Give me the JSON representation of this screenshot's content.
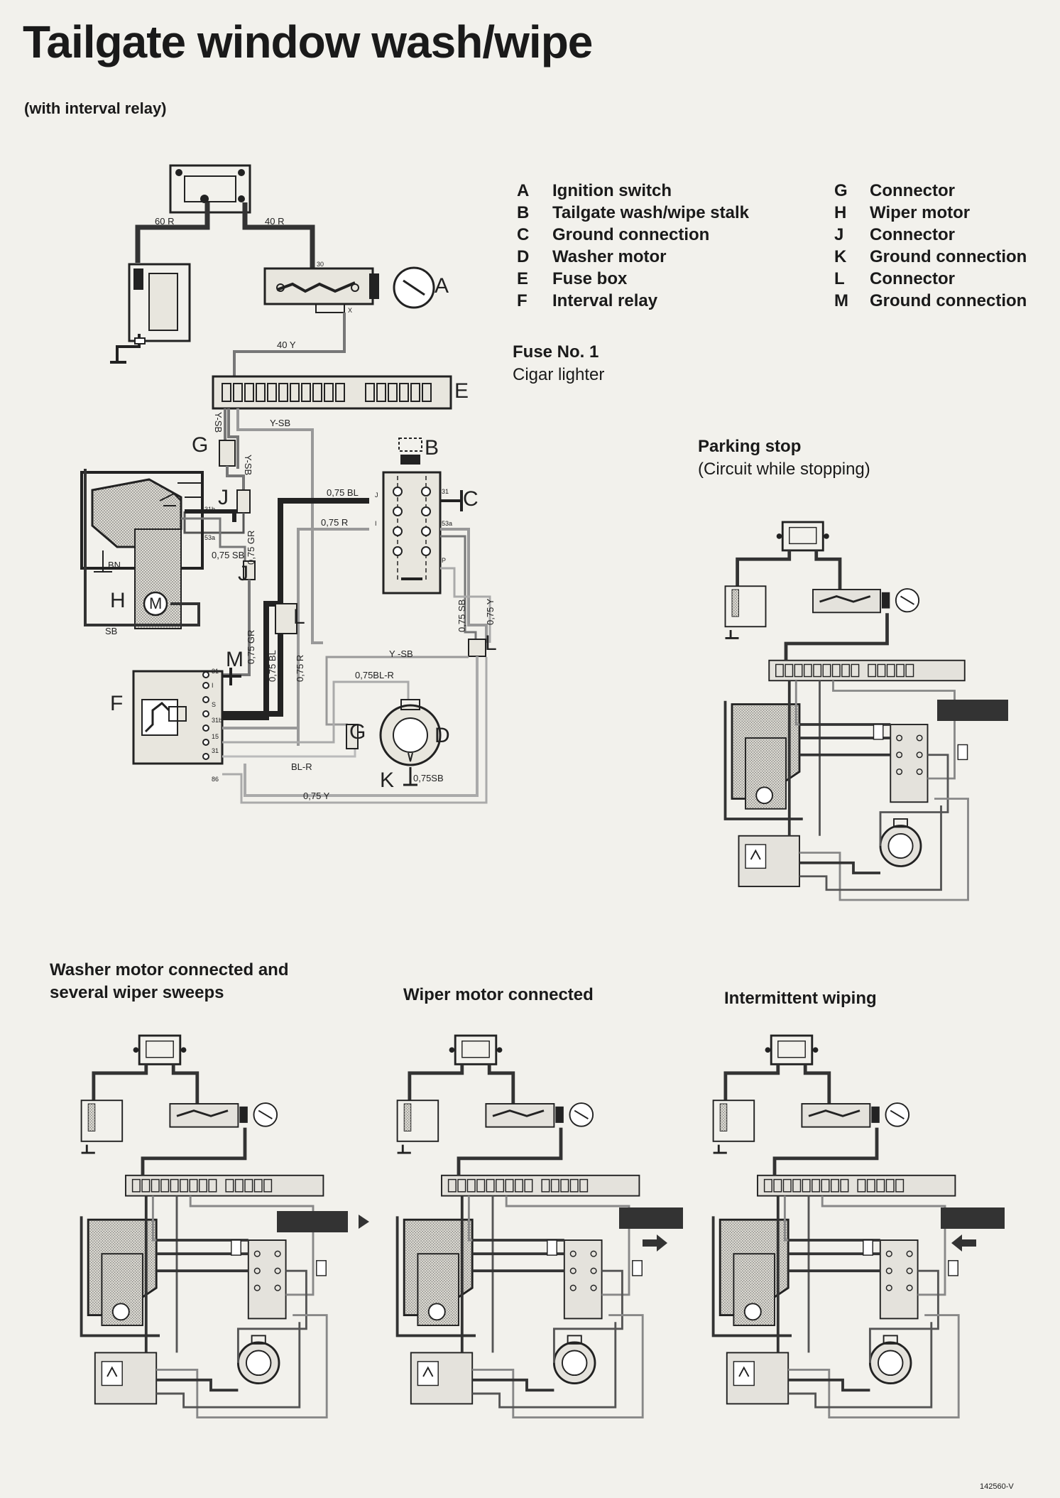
{
  "page": {
    "title": "Tailgate window wash/wipe",
    "subtitle": "(with interval relay)",
    "figure_code": "142560-V"
  },
  "legend_left": [
    {
      "key": "A",
      "label": "Ignition switch"
    },
    {
      "key": "B",
      "label": "Tailgate wash/wipe stalk"
    },
    {
      "key": "C",
      "label": "Ground connection"
    },
    {
      "key": "D",
      "label": "Washer motor"
    },
    {
      "key": "E",
      "label": "Fuse box"
    },
    {
      "key": "F",
      "label": "Interval relay"
    }
  ],
  "legend_right": [
    {
      "key": "G",
      "label": "Connector"
    },
    {
      "key": "H",
      "label": "Wiper motor"
    },
    {
      "key": "J",
      "label": "Connector"
    },
    {
      "key": "K",
      "label": "Ground connection"
    },
    {
      "key": "L",
      "label": "Connector"
    },
    {
      "key": "M",
      "label": "Ground connection"
    }
  ],
  "fuse_note": {
    "title": "Fuse No. 1",
    "text": "Cigar lighter"
  },
  "captions": {
    "parking": {
      "title": "Parking stop",
      "text": "(Circuit while stopping)"
    },
    "washer": {
      "line1": "Washer motor connected and",
      "line2": "several wiper sweeps"
    },
    "wiper": "Wiper motor connected",
    "intermittent": "Intermittent wiping"
  },
  "diagram_labels": {
    "A": "A",
    "B": "B",
    "C": "C",
    "D": "D",
    "E": "E",
    "F": "F",
    "G": "G",
    "G2": "G",
    "H": "H",
    "J": "J",
    "J2": "J",
    "K": "K",
    "L": "L",
    "L2": "L",
    "M": "M",
    "M_motor": "M"
  },
  "wires": {
    "w60R": "60 R",
    "w40R": "40 R",
    "w40Y": "40 Y",
    "wYSB": "Y-SB",
    "wYSBv": "Y-SB",
    "wYSB2": "Y-SB",
    "w075BL": "0,75 BL",
    "w075R": "0,75 R",
    "w075SB": "0,75 SB",
    "w075GR": "0,75 GR",
    "w075GR2": "0,75 GR",
    "w075BL2": "0,75 BL",
    "w075R2": "0,75 R",
    "w075SBv": "0,75 SB",
    "w075Y": "0,75 Y",
    "wYSB3": "Y -SB",
    "w075BLR": "0,75BL-R",
    "wBLR": "BL-R",
    "w075Y2": "0,75 Y",
    "w075SBK": "0,75SB",
    "wBN": "BN",
    "wSB": "SB"
  },
  "terminals": {
    "t30": "30",
    "tX": "X",
    "t31b": "31b",
    "t53a": "53a",
    "t31": "31",
    "t53a2": "53a",
    "tI": "I",
    "tP": "P",
    "tJ": "J",
    "rt31": "31",
    "rtI": "I",
    "rtS": "S",
    "rt31b": "31b",
    "rt15": "15",
    "rt86": "86",
    "rt31l": "31"
  }
}
